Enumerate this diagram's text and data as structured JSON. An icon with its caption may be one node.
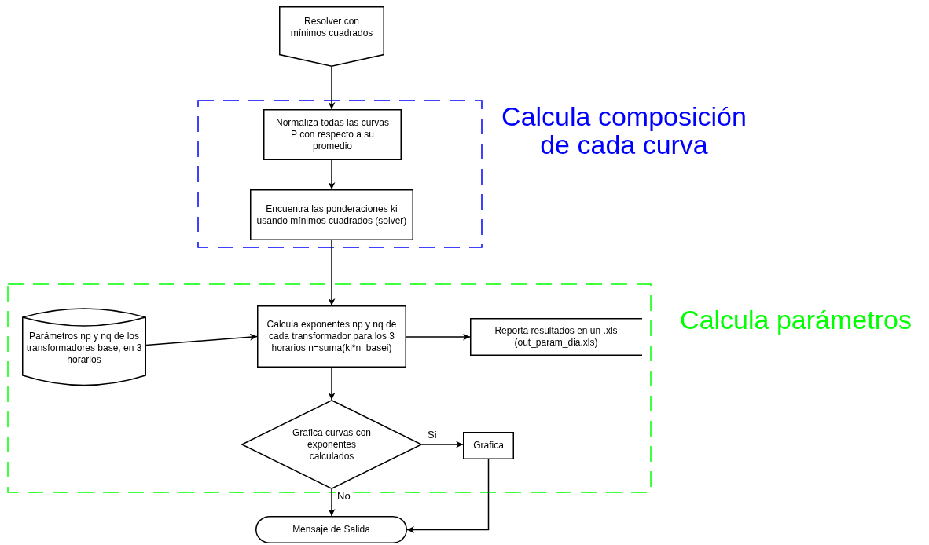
{
  "diagram": {
    "nodes": [
      {
        "text": [
          "Resolver con mínimos cuadrados"
        ]
      },
      {
        "text": [
          "Calcula composición de cada curva"
        ]
      },
      {
        "text": [
          "Normaliza todas las curvas P con respecto a su promedio"
        ],
        "in": 1
      },
      {
        "text": [
          "Encuentra las ponderaciones ki usando mínimos cuadrados (solver)"
        ],
        "in": 1
      },
      {
        "text": [
          "Calcula parámetros"
        ]
      },
      {
        "text": [
          "Parámetros np y nq de los transformadores base, en 3 horarios"
        ],
        "in": 4
      },
      {
        "text": [
          "Calcula exponentes np y nq de cada transformador para los 3 horarios n=suma(ki*n_basei)"
        ],
        "in": 4
      },
      {
        "text": [
          "Reporta resultados en un .xls (out_param_dia.xls)"
        ],
        "in": 4
      },
      {
        "text": [
          "Grafica curvas con exponentes calculados"
        ],
        "in": 4
      },
      {
        "text": [
          "Grafica"
        ],
        "in": 4
      },
      {
        "text": [
          "Mensaje de Salida"
        ]
      }
    ],
    "edges": [
      {
        "from": 0,
        "to": 2,
        "arrow": "to"
      },
      {
        "from": 2,
        "to": 3,
        "arrow": "to"
      },
      {
        "from": 3,
        "to": 6,
        "arrow": "to"
      },
      {
        "from": 5,
        "to": 6,
        "arrow": "to"
      },
      {
        "from": 6,
        "to": 7,
        "arrow": "to"
      },
      {
        "from": 6,
        "to": 8,
        "arrow": "to"
      },
      {
        "from": 8,
        "to": 9,
        "label": "Si",
        "arrow": "to"
      },
      {
        "from": 8,
        "to": 10,
        "label": "No",
        "arrow": "to"
      },
      {
        "from": 9,
        "to": 10,
        "arrow": "to"
      }
    ]
  }
}
